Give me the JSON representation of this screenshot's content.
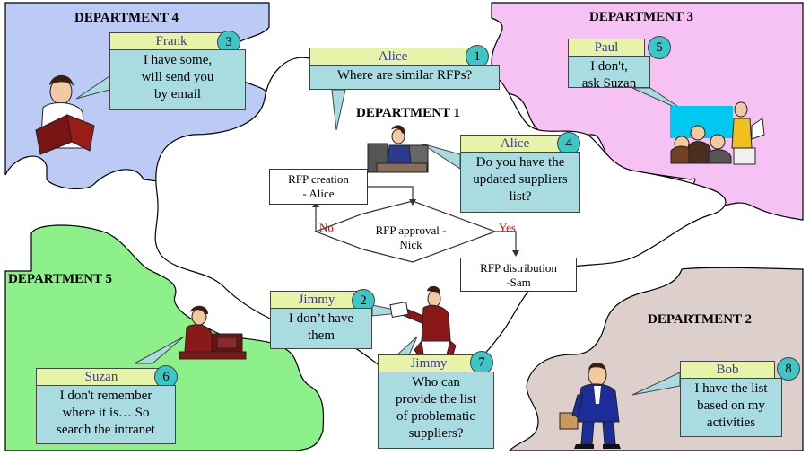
{
  "departments": {
    "d1": "DEPARTMENT 1",
    "d2": "DEPARTMENT 2",
    "d3": "DEPARTMENT 3",
    "d4": "DEPARTMENT 4",
    "d5": "DEPARTMENT 5"
  },
  "colors": {
    "dept4": "#bccbf5",
    "dept3": "#f5c2f3",
    "dept5": "#8ef08b",
    "dept2": "#ddd0cc",
    "dept1": "#ffffff",
    "name_tag": "#e6f3a8",
    "message": "#a9dce0",
    "number": "#3ec6c6",
    "branch_text": "#e00000"
  },
  "callouts": [
    {
      "id": "alice1",
      "name": "Alice",
      "number": "1",
      "message": "Where are similar RFPs?"
    },
    {
      "id": "jimmy2",
      "name": "Jimmy",
      "number": "2",
      "message": "I don’t have\nthem"
    },
    {
      "id": "frank3",
      "name": "Frank",
      "number": "3",
      "message": "I have some,\nwill send you\nby email"
    },
    {
      "id": "alice4",
      "name": "Alice",
      "number": "4",
      "message": "Do you have the\nupdated suppliers\nlist?"
    },
    {
      "id": "paul5",
      "name": "Paul",
      "number": "5",
      "message": "I don't,\nask Suzan"
    },
    {
      "id": "suzan6",
      "name": "Suzan",
      "number": "6",
      "message": "I don't remember\nwhere it is… So\nsearch the intranet"
    },
    {
      "id": "jimmy7",
      "name": "Jimmy",
      "number": "7",
      "message": "Who can\nprovide the list\nof problematic\nsuppliers?"
    },
    {
      "id": "bob8",
      "name": "Bob",
      "number": "8",
      "message": "I have the list\nbased on my\nactivities"
    }
  ],
  "flow": {
    "creation": "RFP creation\n- Alice",
    "approval": "RFP approval -\nNick",
    "distribution": "RFP distribution\n-Sam",
    "no": "No",
    "yes": "Yes"
  },
  "icons": [
    "woman-reading-icon",
    "woman-at-desk-icon",
    "meeting-group-icon",
    "man-presenting-icon",
    "woman-at-computer-icon",
    "businessman-icon"
  ]
}
